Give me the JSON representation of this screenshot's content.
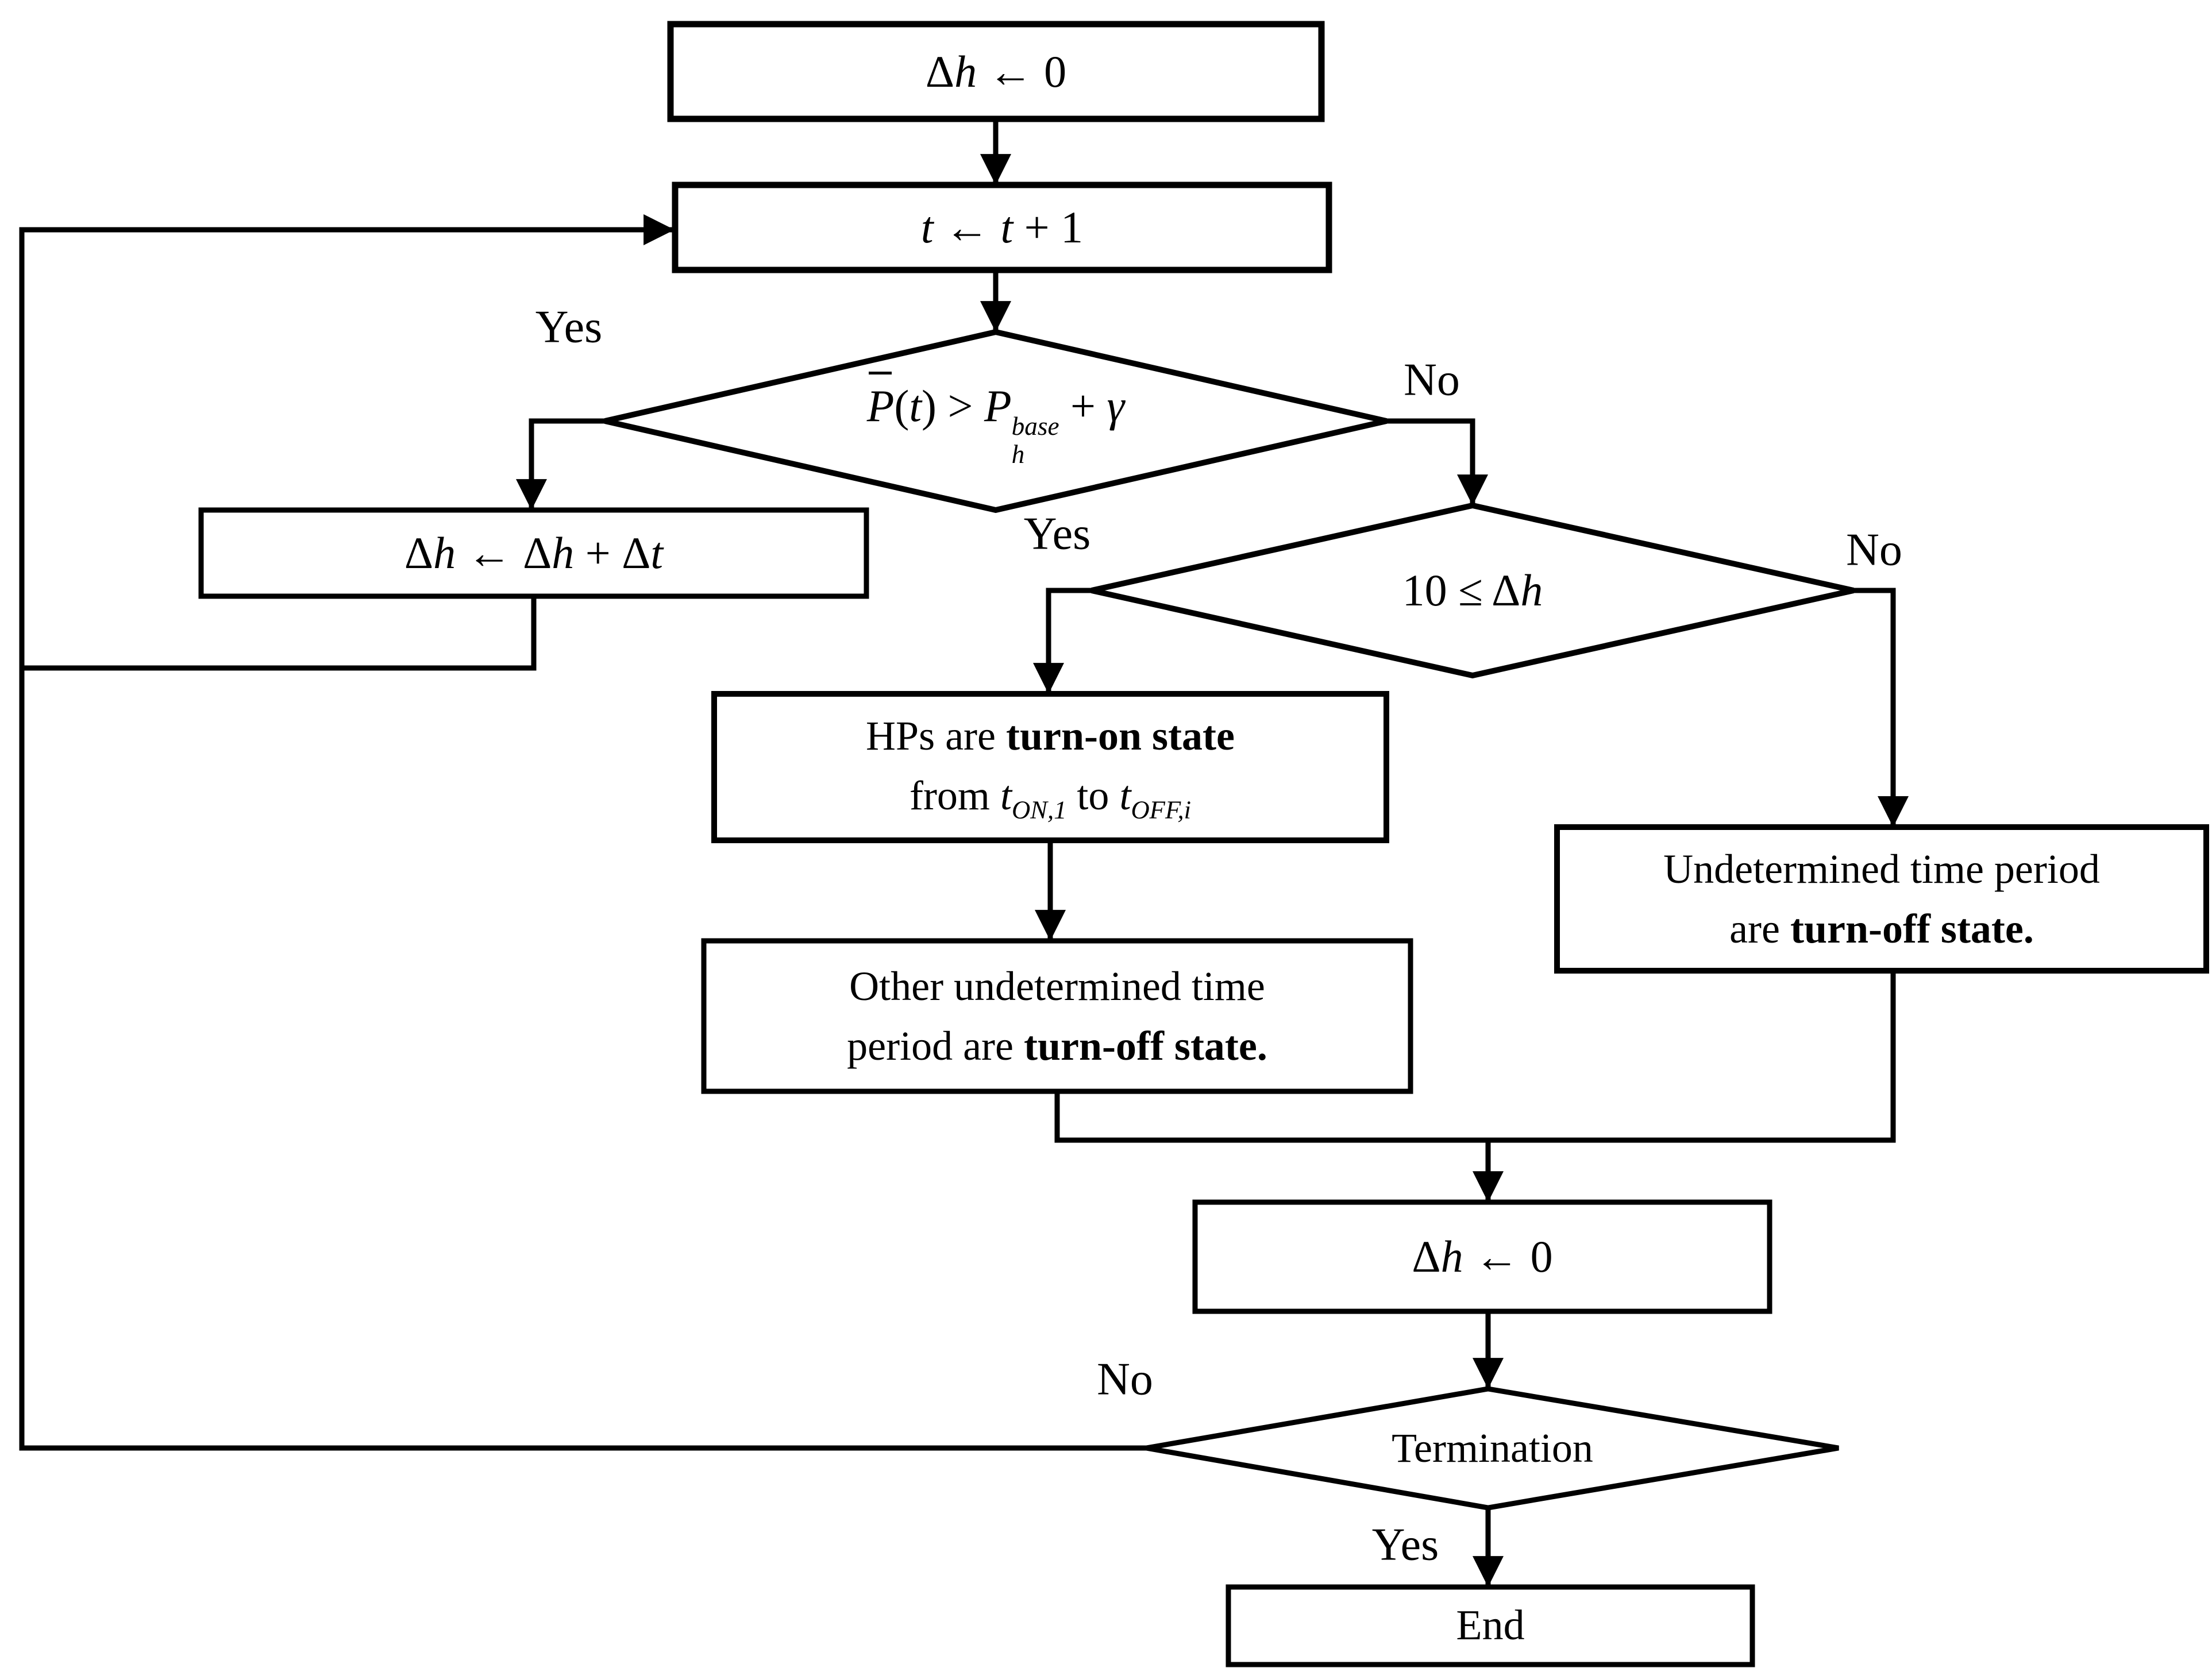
{
  "diagram": {
    "type": "flowchart",
    "background": "#ffffff",
    "stroke_color": "#000000",
    "branch_labels": {
      "power_yes": "Yes",
      "power_no": "No",
      "duration_yes": "Yes",
      "duration_no": "No",
      "termination_no": "No",
      "termination_yes": "Yes"
    },
    "nodes": {
      "init": {
        "delta": "Δ",
        "h": "h",
        "rest": " ← 0"
      },
      "increment": {
        "t1": "t",
        "arrow": " ← ",
        "t2": "t",
        "rest": " + 1"
      },
      "power_check": {
        "p_bar": "P",
        "open": "(",
        "t": "t",
        "close": ") > ",
        "p_base": "P",
        "sup": "base",
        "sub": "h",
        "plus": " + ",
        "gamma": "γ"
      },
      "accumulate": {
        "d1": "Δ",
        "h1": "h",
        "arrow": " ← ",
        "d2": "Δ",
        "h2": "h",
        "plus": " + ",
        "d3": "Δ",
        "t": "t"
      },
      "duration_check": {
        "lhs": "10 ≤ ",
        "delta": "Δ",
        "h": "h"
      },
      "turn_on": {
        "line1_pre": "HPs are ",
        "line1_bold": "turn-on state",
        "from": "from ",
        "t_on": "t",
        "t_on_sub": "ON,1",
        "to": " to ",
        "t_off": "t",
        "t_off_sub": "OFF,i"
      },
      "other_off": {
        "line1": "Other undetermined time",
        "line2_pre": "period are ",
        "line2_bold": "turn-off state."
      },
      "undetermined_off": {
        "line1": "Undetermined time period",
        "line2_pre": "are ",
        "line2_bold": "turn-off state."
      },
      "reset": {
        "delta": "Δ",
        "h": "h",
        "rest": " ← 0"
      },
      "termination": "Termination",
      "end": "End"
    }
  }
}
